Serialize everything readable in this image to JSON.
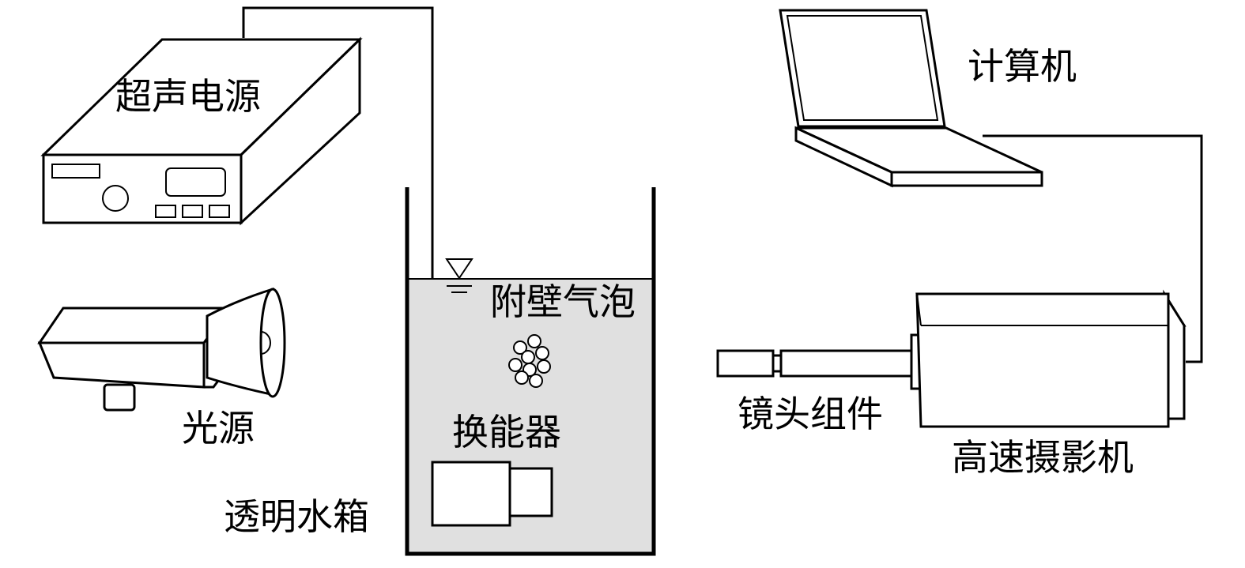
{
  "labels": {
    "ultrasonic_power": "超声电源",
    "light_source": "光源",
    "water_tank": "透明水箱",
    "attached_bubble": "附壁气泡",
    "transducer": "换能器",
    "computer": "计算机",
    "lens_assembly": "镜头组件",
    "high_speed_camera": "高速摄影机"
  },
  "colors": {
    "line": "#000000",
    "water": "#e0e0e0",
    "background": "#ffffff"
  }
}
